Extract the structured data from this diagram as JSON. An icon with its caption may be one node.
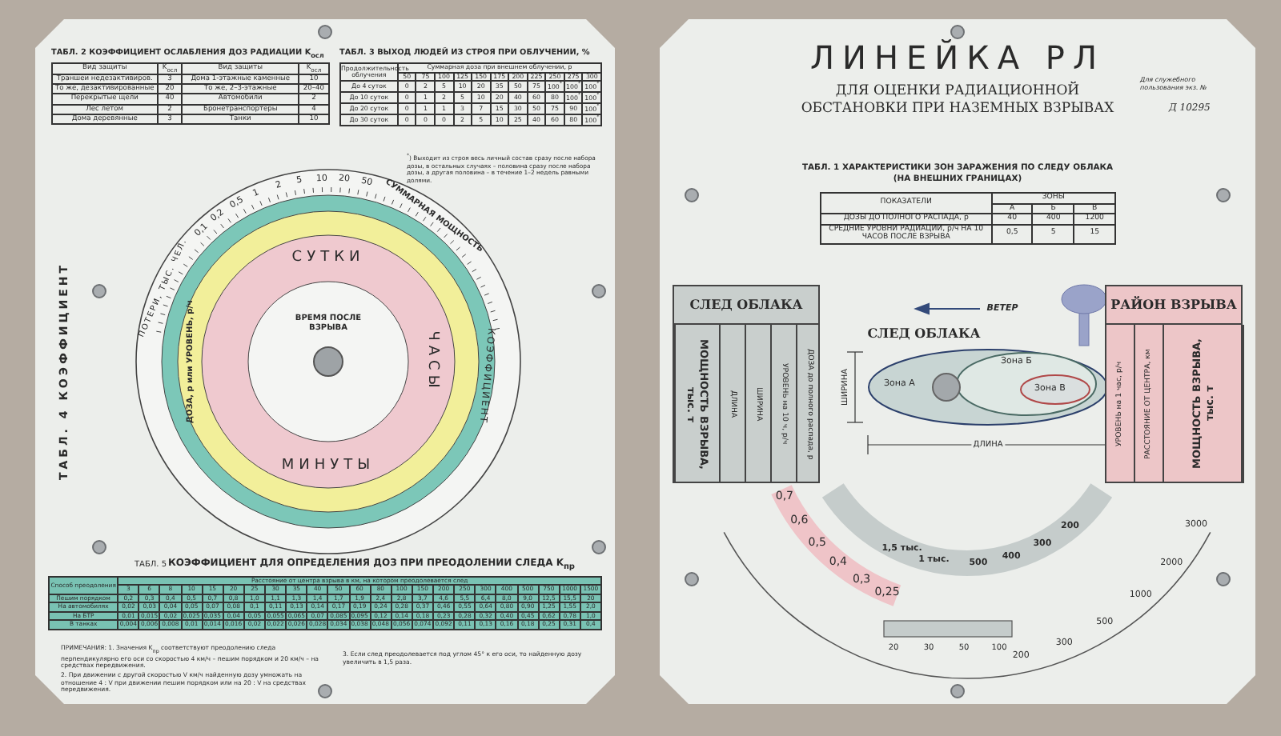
{
  "diagram": {
    "title": "ЛИНЕЙКА РЛ",
    "nodes": [
      {
        "text": [
          "СЛЕД ОБЛАКА",
          "МОЩНОСТЬ ВЗРЫВА, тыс. т",
          "ДЛИНА",
          "ШИРИНА",
          "УРОВЕНЬ на 10 ч, р/ч",
          "ДОЗА до полного распада, р"
        ]
      },
      {
        "text": [
          "Зона А"
        ]
      },
      {
        "text": [
          "Зона Б"
        ],
        "in": 1
      },
      {
        "text": [
          "Зона В"
        ],
        "in": 2
      },
      {
        "text": [
          "РАЙОН ВЗРЫВА",
          "УРОВЕНЬ на 1 час, р/ч",
          "РАССТОЯНИЕ ОТ ЦЕНТРА, км",
          "МОЩНОСТЬ ВЗРЫВА, тыс. т"
        ]
      }
    ],
    "labels": [
      "ТАБЛ. 2 КОЭФФИЦИЕНТ ОСЛАБЛЕНИЯ ДОЗ РАДИАЦИИ K$_{осл}$",
      "Вид защиты",
      "K$_{осл}$",
      "Вид защиты",
      "K$_{осл}$",
      "Траншеи недезактивиров.",
      "3",
      "Дома 1-этажные каменные",
      "10",
      "То же, дезактивированные",
      "20",
      "То же, 2–3-этажные",
      "20–40",
      "Перекрытые щели",
      "40",
      "Автомобили",
      "2",
      "Лес летом",
      "2",
      "Бронетранспортеры",
      "4",
      "Дома деревянные",
      "3",
      "Танки",
      "10",
      "ТАБЛ. 3 ВЫХОД ЛЮДЕЙ ИЗ СТРОЯ ПРИ ОБЛУЧЕНИИ, %",
      "Продолжительность облучения",
      "Суммарная доза при внешнем облучении, р",
      "50",
      "75",
      "100",
      "125",
      "150",
      "175",
      "200",
      "225",
      "250",
      "275",
      "300",
      "До 4 суток",
      "0",
      "2",
      "5",
      "10",
      "20",
      "35",
      "50",
      "75",
      "100$^{*}$",
      "100$^{*}$",
      "100$^{*}$",
      "До 10 суток",
      "0",
      "1",
      "2",
      "5",
      "10",
      "20",
      "40",
      "60",
      "80",
      "100$^{*}$",
      "100$^{*}$",
      "До 20 суток",
      "0",
      "1",
      "1",
      "3",
      "7",
      "15",
      "30",
      "50",
      "75",
      "90",
      "100$^{*}$",
      "До 30 суток",
      "0",
      "0",
      "0",
      "2",
      "5",
      "10",
      "25",
      "40",
      "60",
      "80",
      "100$^{*}$",
      "$^{*}$) Выходит из строя весь личный состав сразу после набора дозы, в остальных случаях – половина сразу после набора дозы, а другая половина – в течение 1–2 недель равными долями.",
      "ТАБЛ. 4 КОЭФФИЦИЕНТ",
      "ПОТЕРИ, ТЫС. ЧЕЛ.",
      "0,1",
      "0,2",
      "0,5",
      "1",
      "2",
      "5",
      "10",
      "20",
      "50",
      "СУММАРНАЯ МОЩНОСТЬ",
      "КОЭФФИЦИЕНТ",
      "ДОЗА, р или УРОВЕНЬ, р/ч",
      "СУТКИ",
      "ЧАСЫ",
      "МИНУТЫ",
      "ВРЕМЯ ПОСЛЕ ВЗРЫВА",
      "ТАБЛ. 5",
      "КОЭФФИЦИЕНТ ДЛЯ ОПРЕДЕЛЕНИЯ ДОЗ ПРИ ПРЕОДОЛЕНИИ СЛЕДА K$_{пр}$",
      "Способ преодоления",
      "Расстояние от центра взрыва в км, на котором преодолевается след",
      "3",
      "6",
      "8",
      "10",
      "15",
      "20",
      "25",
      "30",
      "35",
      "40",
      "50",
      "60",
      "80",
      "100",
      "150",
      "200",
      "250",
      "300",
      "400",
      "500",
      "750",
      "1000",
      "1500",
      "Пешим порядком",
      "0,2",
      "0,3",
      "0,4",
      "0,5",
      "0,7",
      "0,8",
      "1,0",
      "1,1",
      "1,3",
      "1,4",
      "1,7",
      "1,9",
      "2,4",
      "2,8",
      "3,7",
      "4,6",
      "5,5",
      "6,4",
      "8,0",
      "9,0",
      "12,5",
      "15,5",
      "20",
      "На автомобилях",
      "0,02",
      "0,03",
      "0,04",
      "0,05",
      "0,07",
      "0,08",
      "0,1",
      "0,11",
      "0,13",
      "0,14",
      "0,17",
      "0,19",
      "0,24",
      "0,28",
      "0,37",
      "0,46",
      "0,55",
      "0,64",
      "0,80",
      "0,90",
      "1,25",
      "1,55",
      "2,0",
      "На БТР",
      "0,01",
      "0,015",
      "0,02",
      "0,025",
      "0,035",
      "0,04",
      "0,05",
      "0,055",
      "0,065",
      "0,07",
      "0,085",
      "0,095",
      "0,12",
      "0,14",
      "0,18",
      "0,23",
      "0,28",
      "0,32",
      "0,40",
      "0,45",
      "0,62",
      "0,78",
      "1,0",
      "В танках",
      "0,004",
      "0,006",
      "0,008",
      "0,01",
      "0,014",
      "0,016",
      "0,02",
      "0,022",
      "0,026",
      "0,028",
      "0,034",
      "0,038",
      "0,048",
      "0,056",
      "0,074",
      "0,092",
      "0,11",
      "0,13",
      "0,16",
      "0,18",
      "0,25",
      "0,31",
      "0,4",
      "ПРИМЕЧАНИЯ: 1. Значения K$_{пр}$ соответствуют преодолению следа перпендикулярно его оси со скоростью 4 км/ч – пешим порядком и 20 км/ч – на средствах передвижения.",
      "2. При движении с другой скоростью V км/ч найденную дозу умножать на отношение 4 : V при движении пешим порядком или на 20 : V на средствах передвижения.",
      "3. Если след преодолевается под углом 45° к его оси, то найденную дозу увеличить в 1,5 раза.",
      "ДЛЯ ОЦЕНКИ РАДИАЦИОННОЙ ОБСТАНОВКИ ПРИ НАЗЕМНЫХ ВЗРЫВАХ",
      "Для служебного пользования экз. №",
      "Д 10295",
      "ТАБЛ. 1 ХАРАКТЕРИСТИКИ ЗОН ЗАРАЖЕНИЯ ПО СЛЕДУ ОБЛАКА (НА ВНЕШНИХ ГРАНИЦАХ)",
      "ПОКАЗАТЕЛИ",
      "ЗОНЫ",
      "А",
      "Б",
      "В",
      "ДОЗЫ ДО ПОЛНОГО РАСПАДА, р",
      "40",
      "400",
      "1200",
      "СРЕДНИЕ УРОВНИ РАДИАЦИИ, р/ч НА 10 ЧАСОВ ПОСЛЕ ВЗРЫВА",
      "0,5",
      "5",
      "15",
      "ВЕТЕР",
      "СЛЕД ОБЛАКА",
      "ДЛИНА",
      "ШИРИНА",
      "0,7",
      "0,6",
      "0,5",
      "0,4",
      "0,3",
      "0,25",
      "1,5 тыс.",
      "1 тыс.",
      "500",
      "400",
      "300",
      "200",
      "20",
      "30",
      "50",
      "100",
      "200",
      "300",
      "500",
      "1000",
      "2000",
      "3000"
    ]
  }
}
